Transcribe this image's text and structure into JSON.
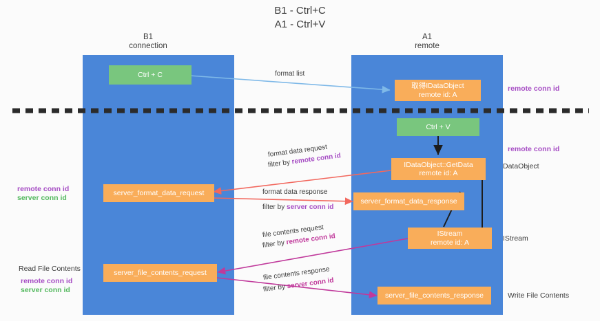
{
  "title": {
    "line1": "B1 - Ctrl+C",
    "line2": "A1 - Ctrl+V"
  },
  "columns": [
    {
      "name": "B1",
      "role": "connection"
    },
    {
      "name": "A1",
      "role": "remote"
    }
  ],
  "boxes": {
    "ctrl_c": {
      "label": "Ctrl + C"
    },
    "ctrl_v": {
      "label": "Ctrl + V"
    },
    "idataobject": {
      "line1": "取得IDataObject",
      "line2": "remote id: A"
    },
    "getdata": {
      "line1": "IDataObject::GetData",
      "line2": "remote id: A"
    },
    "istream": {
      "line1": "IStream",
      "line2": "remote id: A"
    },
    "server_format_data_request": {
      "label": "server_format_data_request"
    },
    "server_format_data_response": {
      "label": "server_format_data_response"
    },
    "server_file_contents_request": {
      "label": "server_file_contents_request"
    },
    "server_file_contents_response": {
      "label": "server_file_contents_response"
    }
  },
  "arrows": {
    "format_list": {
      "line1": "format list"
    },
    "format_data_request": {
      "line1": "format data request",
      "line2_prefix": "filter by ",
      "line2_key": "remote conn id"
    },
    "format_data_response": {
      "line1": "format data response",
      "line2_prefix": "filter by ",
      "line2_key": "server conn id"
    },
    "file_contents_request": {
      "line1": "file contents request",
      "line2_prefix": "filter by ",
      "line2_key": "remote conn id"
    },
    "file_contents_response": {
      "line1": "file contents response",
      "line2_prefix": "filter by ",
      "line2_key": "server conn id"
    }
  },
  "left_notes": {
    "format_remote": "remote conn id",
    "format_server": "server conn id",
    "read_file_contents": "Read File Contents",
    "file_remote": "remote conn id",
    "file_server": "server conn id"
  },
  "right_notes": {
    "top_remote": "remote conn id",
    "mid_remote": "remote conn id",
    "dataobject": "DataObject",
    "istream": "IStream",
    "write_file_contents": "Write File Contents"
  },
  "colors": {
    "lane": "#4a86d8",
    "green_box": "#79c67e",
    "orange_box": "#f9ad5a",
    "purple": "#a64dc4",
    "green_text": "#53b85e",
    "magenta": "#c0399b",
    "red_arrow": "#f2685e",
    "blue_arrow": "#7fb9e8",
    "divider": "#2b2b2b"
  }
}
